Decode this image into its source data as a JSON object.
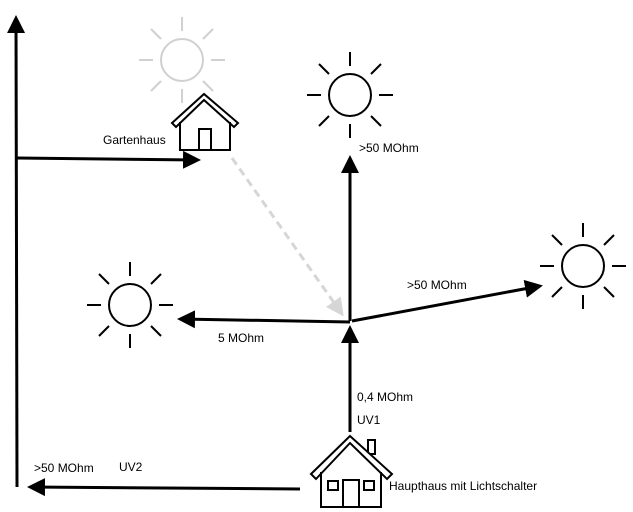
{
  "colors": {
    "line": "#000000",
    "faded": "#d0d0d0",
    "dashed": "#d6d6d6",
    "background": "#ffffff"
  },
  "buildings": {
    "gartenhaus": {
      "label": "Gartenhaus",
      "icon": "house-icon"
    },
    "haupthaus": {
      "label": "Haupthaus mit Lichtschalter",
      "icon": "house-icon"
    }
  },
  "lamps": [
    {
      "id": "garden-lamp",
      "icon": "sun-icon",
      "state": "faded"
    },
    {
      "id": "top-lamp",
      "icon": "sun-icon"
    },
    {
      "id": "right-lamp",
      "icon": "sun-icon"
    },
    {
      "id": "left-lamp",
      "icon": "sun-icon"
    }
  ],
  "labels": {
    "top_resistance": ">50 MOhm",
    "right_resistance": ">50 MOhm",
    "left_resistance": "5 MOhm",
    "main_resistance": "0,4 MOhm",
    "uv1": "UV1",
    "uv2_resistance": ">50 MOhm",
    "uv2": "UV2"
  }
}
